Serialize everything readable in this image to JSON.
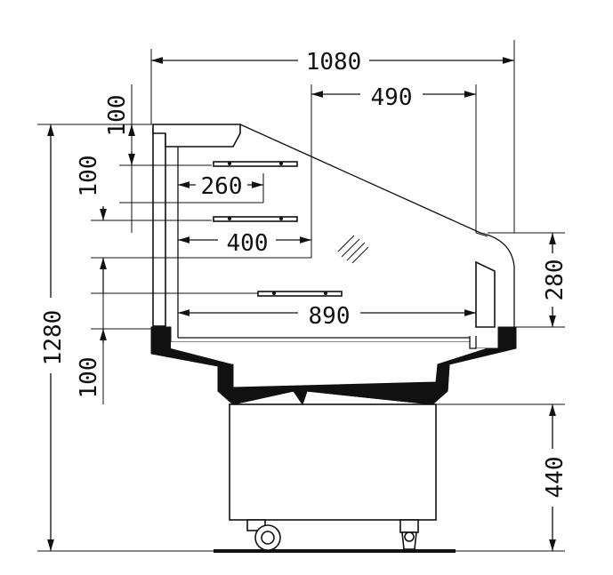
{
  "dimensions": {
    "total_width": "1080",
    "top_glass_width": "490",
    "top_shelf_spacing": "100",
    "shelf_spacing_2": "100",
    "shelf_upper_depth": "260",
    "shelf_middle_depth": "400",
    "front_height": "280",
    "bottom_depth": "890",
    "total_height": "1280",
    "base_offset": "100",
    "stand_height": "440"
  },
  "colors": {
    "line": "#111111",
    "background": "#ffffff",
    "base_fill": "#111111"
  }
}
